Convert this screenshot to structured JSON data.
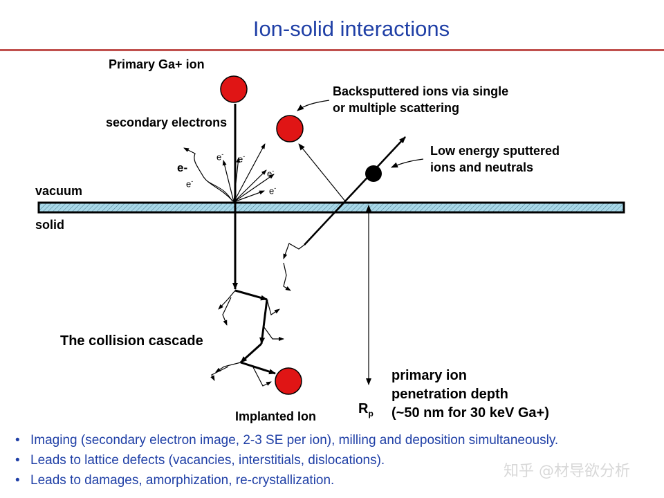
{
  "slide": {
    "title": "Ion-solid interactions"
  },
  "labels": {
    "primary_ion": "Primary Ga+ ion",
    "secondary_electrons": "secondary electrons",
    "backsputtered_line1": "Backsputtered ions via single",
    "backsputtered_line2": "or multiple scattering",
    "low_energy_line1": "Low energy sputtered",
    "low_energy_line2": "ions and neutrals",
    "vacuum": "vacuum",
    "solid": "solid",
    "collision_cascade": "The collision cascade",
    "implanted_ion": "Implanted Ion",
    "penetration_line1": "primary ion",
    "penetration_line2": "penetration depth",
    "penetration_line3": "(~50 nm for 30 keV Ga+)",
    "rp_symbol": "R",
    "rp_subscript": "p",
    "electron_big": "e-",
    "electron_small": "e"
  },
  "bullets": [
    "Imaging (secondary electron image, 2-3 SE per ion), milling and deposition simultaneously.",
    "Leads to lattice defects (vacancies, interstitials, dislocations).",
    "Leads to damages, amorphization, re-crystallization."
  ],
  "watermark": "知乎 @材导欲分析",
  "colors": {
    "title_text": "#1f3fa6",
    "rule": "#c0504d",
    "ion_fill": "#e01515",
    "surface_fill": "#a9d8e8",
    "bullet_text": "#1f3fa6"
  }
}
